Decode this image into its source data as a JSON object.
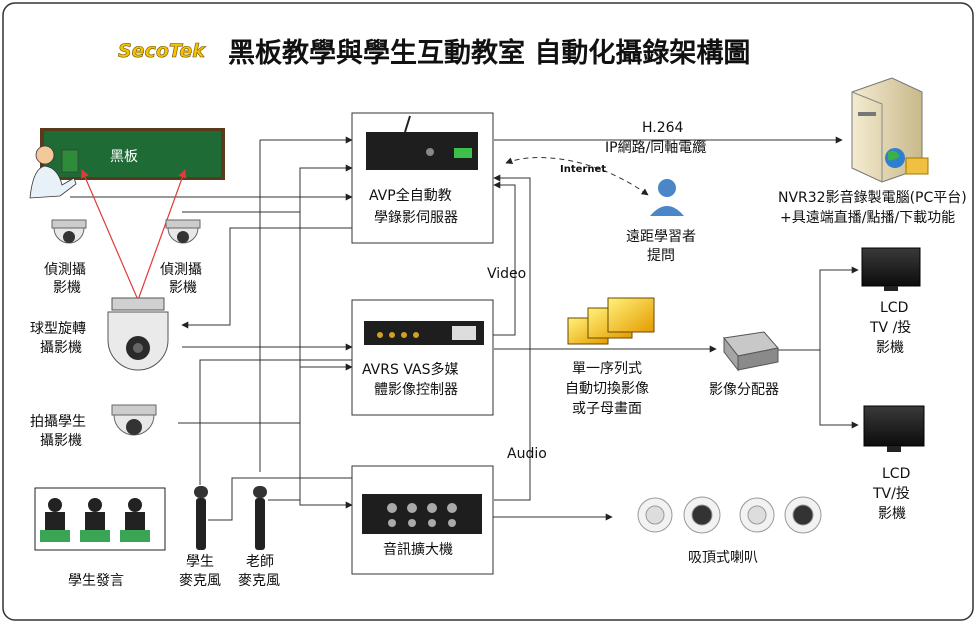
{
  "title": {
    "logo": "SecoTek",
    "main": "黑板教學與學生互動教室 自動化攝錄架構圖"
  },
  "devices": {
    "avp": {
      "line1": "AVP全自動教",
      "line2": "學錄影伺服器"
    },
    "avrs": {
      "line1": "AVRS VAS多媒",
      "line2": "體影像控制器"
    },
    "amp": {
      "label": "音訊擴大機"
    }
  },
  "labels": {
    "blackboard": "黑板",
    "cam_left": {
      "line1": "偵測攝",
      "line2": "影機"
    },
    "cam_right": {
      "line1": "偵測攝",
      "line2": "影機"
    },
    "ptz": {
      "line1": "球型旋轉",
      "line2": "攝影機"
    },
    "student_cam": {
      "line1": "拍攝學生",
      "line2": "攝影機"
    },
    "students": "學生發言",
    "mic_student": {
      "line1": "學生",
      "line2": "麥克風"
    },
    "mic_teacher": {
      "line1": "老師",
      "line2": "麥克風"
    },
    "h264": {
      "line1": "H.264",
      "line2": "IP網路/同軸電纜"
    },
    "internet": "Internet",
    "remote": {
      "line1": "遠距學習者",
      "line2": "提問"
    },
    "nvr": {
      "line1": "NVR32影音錄製電腦(PC平台)",
      "line2": "+具遠端直播/點播/下載功能"
    },
    "video": "Video",
    "audio": "Audio",
    "switching": {
      "line1": "單一序列式",
      "line2": "自動切換影像",
      "line3": "或子母畫面"
    },
    "splitter": "影像分配器",
    "lcd_top": {
      "line1": "LCD",
      "line2": "TV /投",
      "line3": "影機"
    },
    "lcd_bottom": {
      "line1": "LCD",
      "line2": "TV/投",
      "line3": "影機"
    },
    "speakers": "吸頂式喇叭"
  },
  "colors": {
    "logo_yellow": "#f5c400",
    "board_green": "#1f6b35",
    "pointer_red": "#e03a3a",
    "line": "#333333"
  }
}
